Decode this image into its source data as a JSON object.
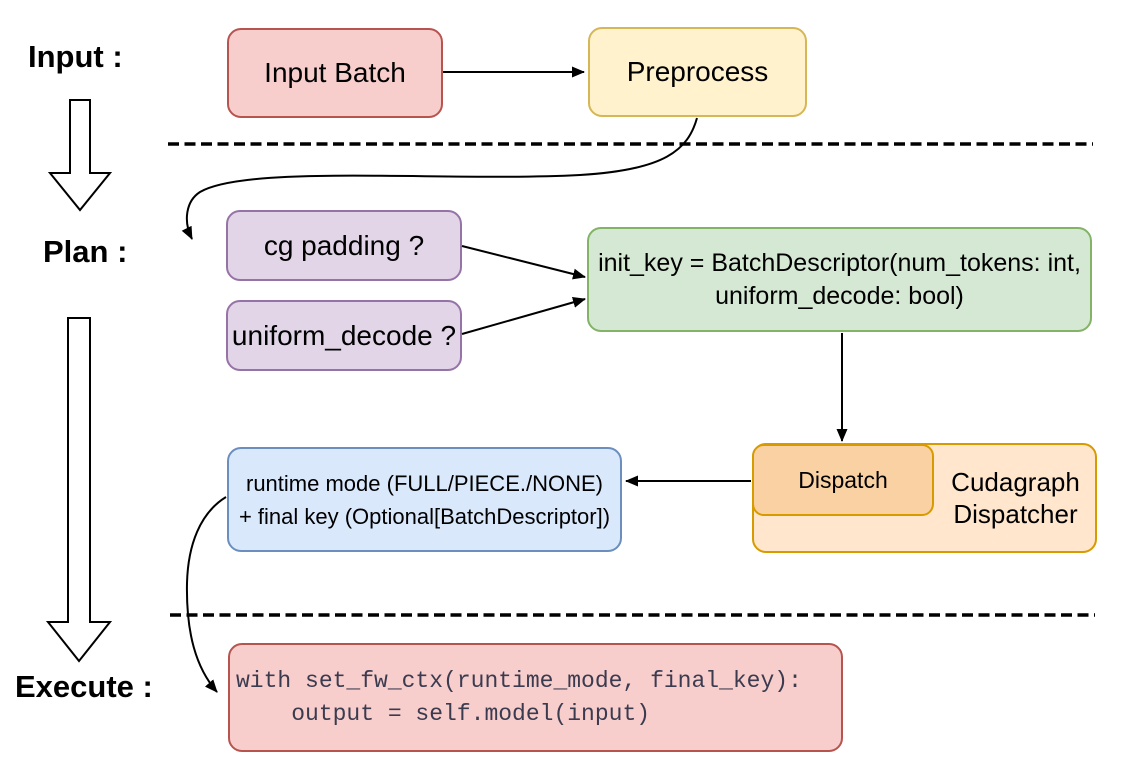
{
  "diagram": {
    "stages": {
      "input": "Input :",
      "plan": "Plan :",
      "execute": "Execute :"
    },
    "nodes": {
      "input_batch": "Input Batch",
      "preprocess": "Preprocess",
      "cg_padding": "cg padding ?",
      "uniform_decode": "uniform_decode ?",
      "init_key_line1": "init_key = BatchDescriptor(num_tokens: int,",
      "init_key_line2": "uniform_decode: bool)",
      "dispatch": "Dispatch",
      "dispatcher_line1": "Cudagraph",
      "dispatcher_line2": "Dispatcher",
      "runtime_line1": "runtime mode (FULL/PIECE./NONE)",
      "runtime_line2": "+ final key (Optional[BatchDescriptor])",
      "code_line1": "with set_fw_ctx(runtime_mode, final_key):",
      "code_line2": "    output = self.model(input)"
    },
    "colors": {
      "red_fill": "#f8cecc",
      "red_stroke": "#b85450",
      "yellow_fill": "#fff2cc",
      "yellow_stroke": "#d6b656",
      "purple_fill": "#e1d5e7",
      "purple_stroke": "#9673a6",
      "green_fill": "#d5e8d4",
      "green_stroke": "#82b366",
      "blue_fill": "#dae8fc",
      "blue_stroke": "#6c8ebf",
      "orange_fill": "#ffe6cc",
      "orange_inner_fill": "#fad1a3",
      "orange_stroke": "#d79b00",
      "arrow": "#000000",
      "code_text": "#3b3b50"
    }
  }
}
